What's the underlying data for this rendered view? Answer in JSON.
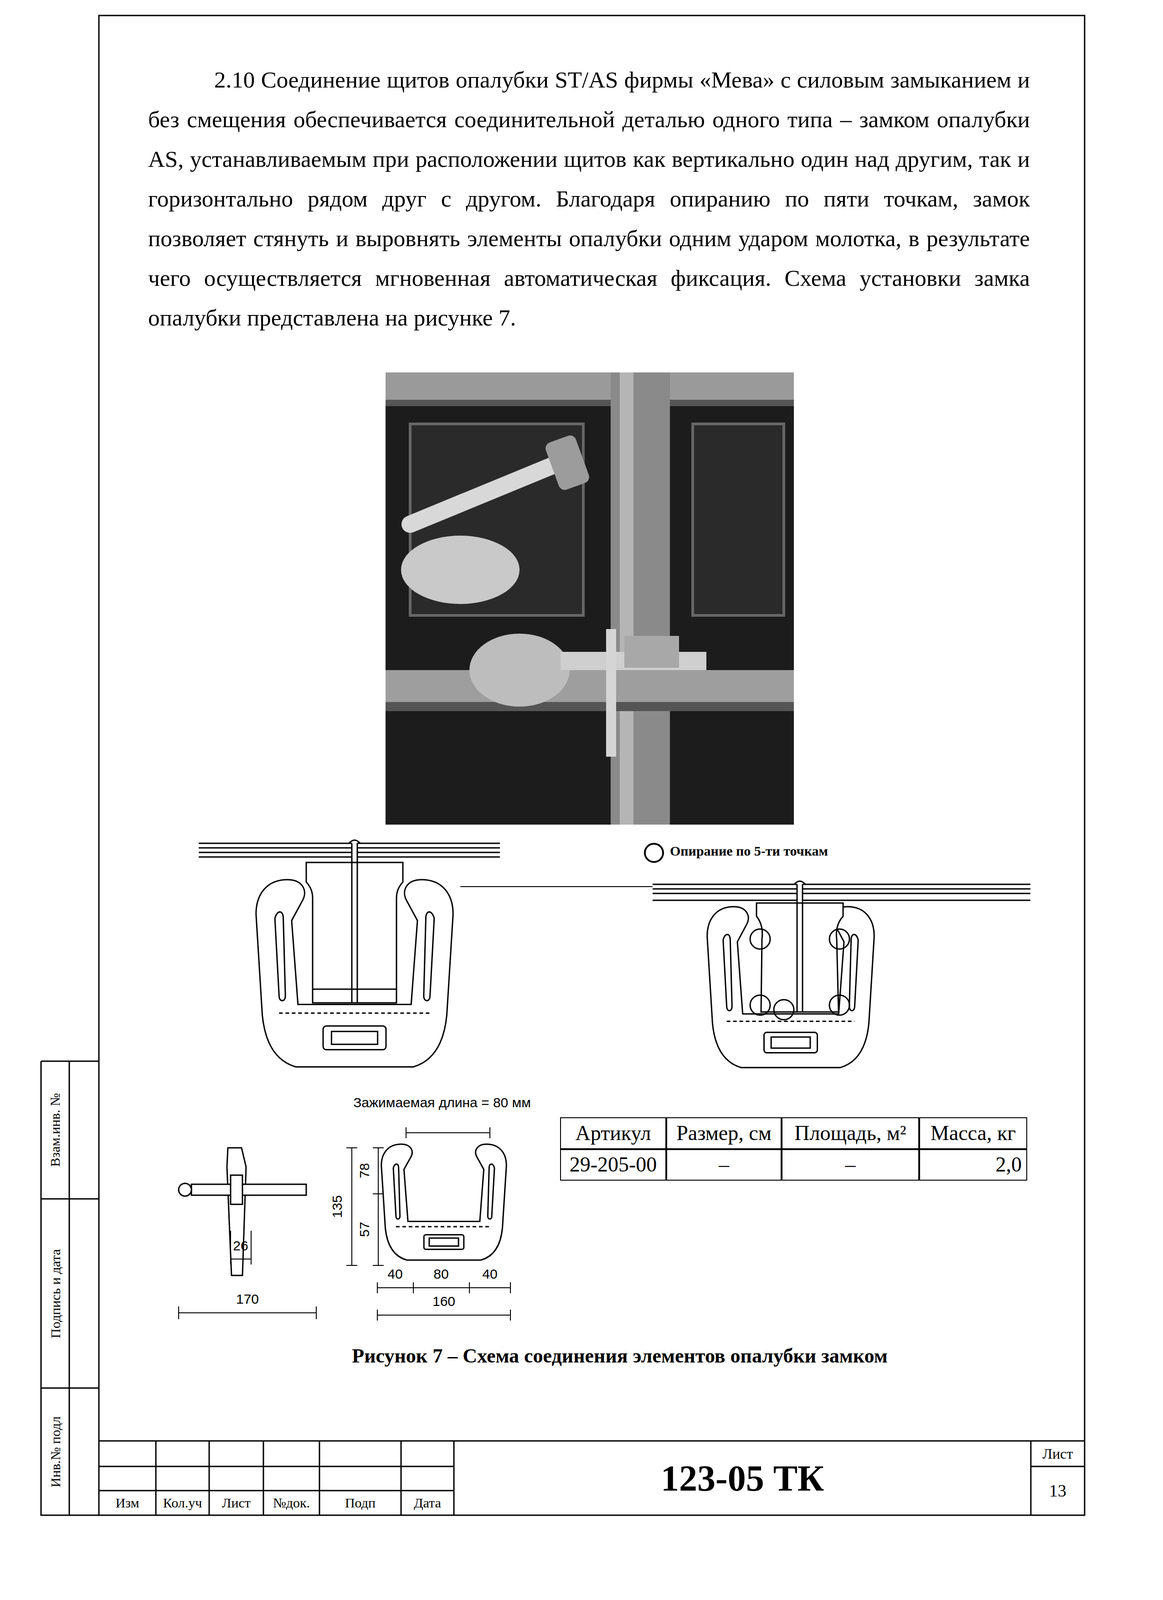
{
  "diagram": {
    "caption": "Рисунок 7 – Схема соединения элементов опалубки замком",
    "labels": [
      "2.10 Соединение щитов опалубки ST/AS фирмы «Мева» с силовым замыканием и без смещения обеспечивается соединительной деталью одного типа – замком опалубки AS, устанавливаемым при расположении щитов как вертикально один над другим, так и горизонтально рядом друг с другом. Благодаря опиранию по пяти точкам, замок позволяет стянуть и выровнять элементы опалубки одним ударом молотка, в результате чего осуществляется мгновенная автоматическая фиксация. Схема установки замка опалубки представлена на рисунке 7.",
      "Зажимаемая длина = 80 мм",
      "Артикул",
      "Размер, см",
      "Площадь, м²",
      "Масса, кг",
      "29-205-00",
      "–",
      "–",
      "2,0",
      "135",
      "78",
      "57",
      "26",
      "170",
      "40",
      "80",
      "40",
      "160",
      "Взам.инв. №",
      "Подпись и дата",
      "Инв.№ подл",
      "123-05 ТК",
      "Лист",
      "13",
      "Изм",
      "Кол.уч",
      "Лист",
      "№док.",
      "Подп",
      "Дата"
    ],
    "legend": [
      {
        "text": "Опирание по 5-ти точкам"
      }
    ]
  }
}
